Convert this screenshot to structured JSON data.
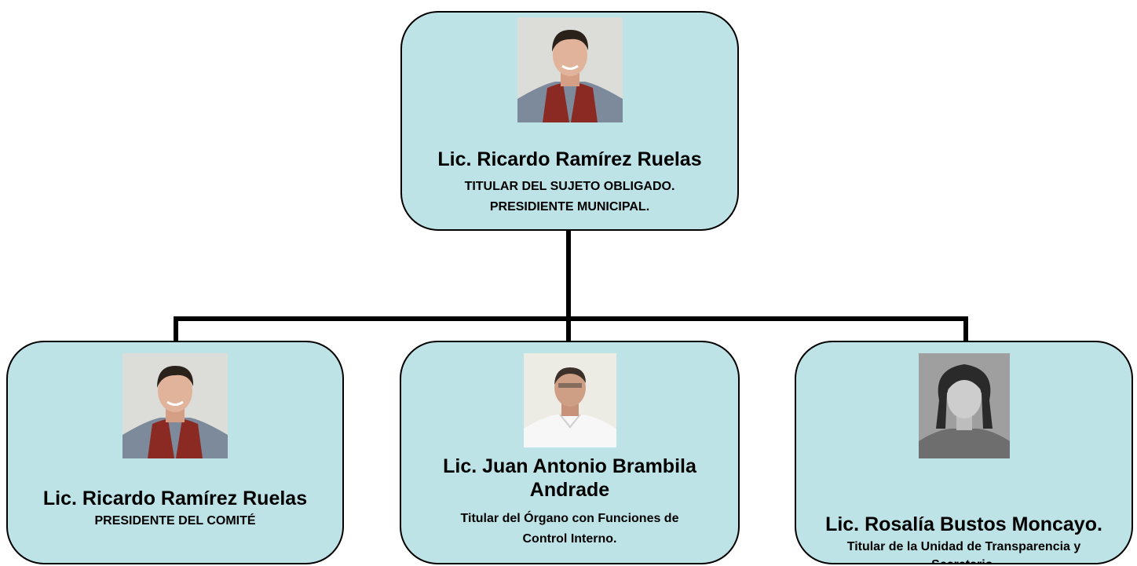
{
  "colors": {
    "box_fill": "#bde3e6",
    "box_border": "#000000",
    "connector": "#000000"
  },
  "nodes": [
    {
      "name": "Lic. Ricardo Ramírez Ruelas",
      "role_lines": [
        "TITULAR DEL SUJETO OBLIGADO.",
        "PRESIDIENTE MUNICIPAL."
      ],
      "photo_icon": "portrait-man-smiling"
    },
    {
      "name": "Lic. Ricardo Ramírez Ruelas",
      "role_lines": [
        "PRESIDENTE DEL COMITÉ"
      ],
      "photo_icon": "portrait-man-smiling"
    },
    {
      "name_lines": [
        "Lic. Juan Antonio Brambila",
        "Andrade"
      ],
      "role_lines": [
        "Titular del Órgano con Funciones de",
        "Control Interno."
      ],
      "photo_icon": "portrait-man-white-shirt"
    },
    {
      "name": "Lic. Rosalía Bustos Moncayo.",
      "role_lines": [
        "Titular de la Unidad de Transparencia y",
        "Secretario."
      ],
      "photo_icon": "portrait-woman-grayscale"
    }
  ]
}
